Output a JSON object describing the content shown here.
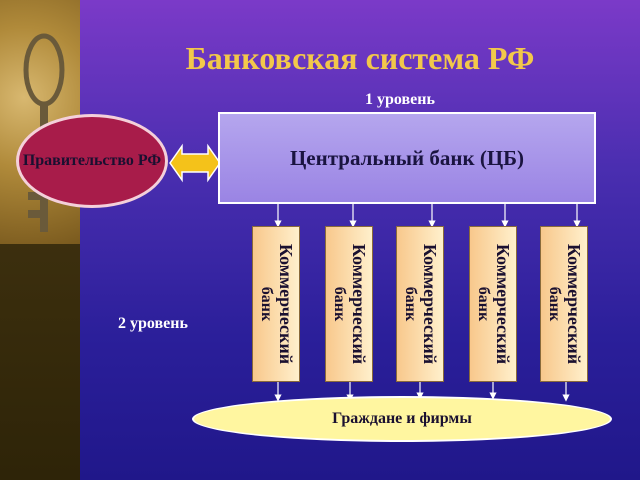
{
  "title": "Банковская система РФ",
  "level1": "1 уровень",
  "level2": "2 уровень",
  "central_bank": "Центральный банк (ЦБ)",
  "government": "Правительство РФ",
  "bank_line1": "Коммерческий",
  "bank_line2": "банк",
  "citizens": "Граждане и фирмы",
  "colors": {
    "title": "#f2c84a",
    "background": "#2a1a8a",
    "central_bank_fill": "#9a84e4",
    "government_fill": "#a81c4a",
    "bank_fill": "#fff0cc",
    "citizens_fill": "#fff6a0",
    "arrow_fill": "#f4c21a"
  },
  "icons": [
    "key-icon",
    "double-arrow-icon"
  ]
}
